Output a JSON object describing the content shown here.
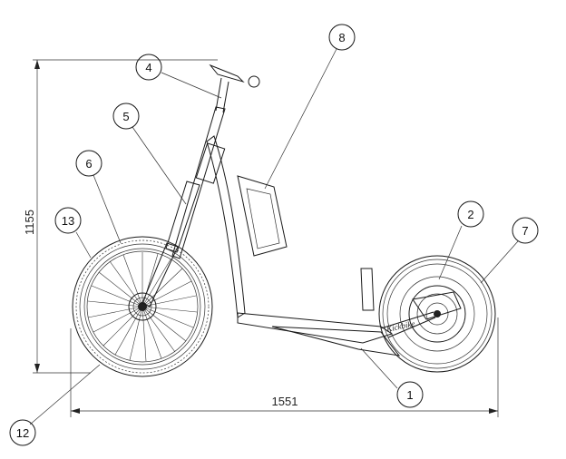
{
  "dimensions": {
    "height_label": "1155",
    "length_label": "1551"
  },
  "callouts": [
    {
      "id": "c1",
      "label": "1"
    },
    {
      "id": "c2",
      "label": "2"
    },
    {
      "id": "c4",
      "label": "4"
    },
    {
      "id": "c5",
      "label": "5"
    },
    {
      "id": "c6",
      "label": "6"
    },
    {
      "id": "c7",
      "label": "7"
    },
    {
      "id": "c8",
      "label": "8"
    },
    {
      "id": "c12",
      "label": "12"
    },
    {
      "id": "c13",
      "label": "13"
    }
  ],
  "frame_logo_text": "Kickbike"
}
